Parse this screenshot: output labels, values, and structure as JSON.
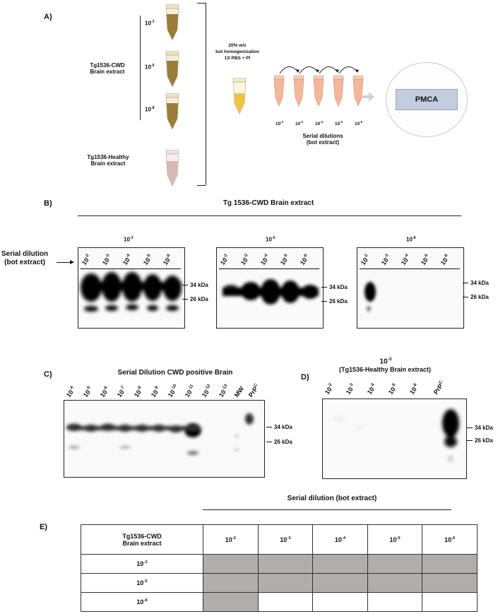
{
  "panelA": {
    "label": "A)",
    "dilutions": [
      {
        "base": "10",
        "exp": "-3"
      },
      {
        "base": "10",
        "exp": "-5"
      },
      {
        "base": "10",
        "exp": "-8"
      }
    ],
    "cwd_line1": "Tg1536-CWD",
    "cwd_line2": "Brain extract",
    "healthy_line1": "Tg1536-Healthy",
    "healthy_line2": "Brain extract",
    "homog_line1": "20% w/v",
    "homog_line2": "bot homogenization",
    "homog_line3": "1X PBS + PI",
    "serial_ticks": [
      {
        "base": "10",
        "exp": "-2"
      },
      {
        "base": "10",
        "exp": "-3"
      },
      {
        "base": "10",
        "exp": "-4"
      },
      {
        "base": "10",
        "exp": "-5"
      },
      {
        "base": "10",
        "exp": "-6"
      }
    ],
    "serial_line1": "Serial dilutions",
    "serial_line2": "(bot extract)",
    "pmca": "PMCA"
  },
  "panelB": {
    "label": "B)",
    "title": "Tg 1536-CWD Brain extract",
    "side_line1": "Serial dilution",
    "side_line2": "(bot extract)",
    "groups": [
      {
        "base": "10",
        "exp": "-3"
      },
      {
        "base": "10",
        "exp": "-5"
      },
      {
        "base": "10",
        "exp": "-8"
      }
    ],
    "lanes": [
      {
        "base": "10",
        "exp": "-2"
      },
      {
        "base": "10",
        "exp": "-3"
      },
      {
        "base": "10",
        "exp": "-4"
      },
      {
        "base": "10",
        "exp": "-5"
      },
      {
        "base": "10",
        "exp": "-6"
      }
    ],
    "kda_34": "34 kDa",
    "kda_26": "26 kDa"
  },
  "panelC": {
    "label": "C)",
    "title": "Serial Dilution CWD positive Brain",
    "lanes": [
      {
        "base": "10",
        "exp": "-4"
      },
      {
        "base": "10",
        "exp": "-5"
      },
      {
        "base": "10",
        "exp": "-6"
      },
      {
        "base": "10",
        "exp": "-7"
      },
      {
        "base": "10",
        "exp": "-8"
      },
      {
        "base": "10",
        "exp": "-9"
      },
      {
        "base": "10",
        "exp": "-10"
      },
      {
        "base": "10",
        "exp": "-11"
      },
      {
        "base": "10",
        "exp": "-12"
      },
      {
        "base": "10",
        "exp": "-13"
      },
      {
        "base": "MW",
        "exp": ""
      },
      {
        "base": "PrP",
        "exp": "C"
      }
    ],
    "kda_34": "34 kDa",
    "kda_26": "26 kDa"
  },
  "panelD": {
    "label": "D)",
    "title_base": "10",
    "title_exp": "-3",
    "subtitle": "(Tg1536-Healthy Brain extract)",
    "lanes": [
      {
        "base": "10",
        "exp": "-2"
      },
      {
        "base": "10",
        "exp": "-3"
      },
      {
        "base": "10",
        "exp": "-4"
      },
      {
        "base": "10",
        "exp": "-5"
      },
      {
        "base": "10",
        "exp": "-6"
      },
      {
        "base": "PrP",
        "exp": "C"
      }
    ],
    "kda_34": "34 kDa",
    "kda_26": "26 kDa"
  },
  "panelE": {
    "label": "E)",
    "header": "Serial dilution (bot extract)",
    "corner_line1": "Tg1536-CWD",
    "corner_line2": "Brain extract",
    "columns": [
      {
        "base": "10",
        "exp": "-2"
      },
      {
        "base": "10",
        "exp": "-3"
      },
      {
        "base": "10",
        "exp": "-4"
      },
      {
        "base": "10",
        "exp": "-5"
      },
      {
        "base": "10",
        "exp": "-6"
      }
    ],
    "rows": [
      {
        "base": "10",
        "exp": "-3"
      },
      {
        "base": "10",
        "exp": "-5"
      },
      {
        "base": "10",
        "exp": "-8"
      }
    ],
    "positive_matrix": [
      [
        true,
        true,
        true,
        true,
        true
      ],
      [
        true,
        true,
        true,
        true,
        true
      ],
      [
        true,
        false,
        false,
        false,
        false
      ]
    ],
    "positive_color": "#b1adab"
  }
}
